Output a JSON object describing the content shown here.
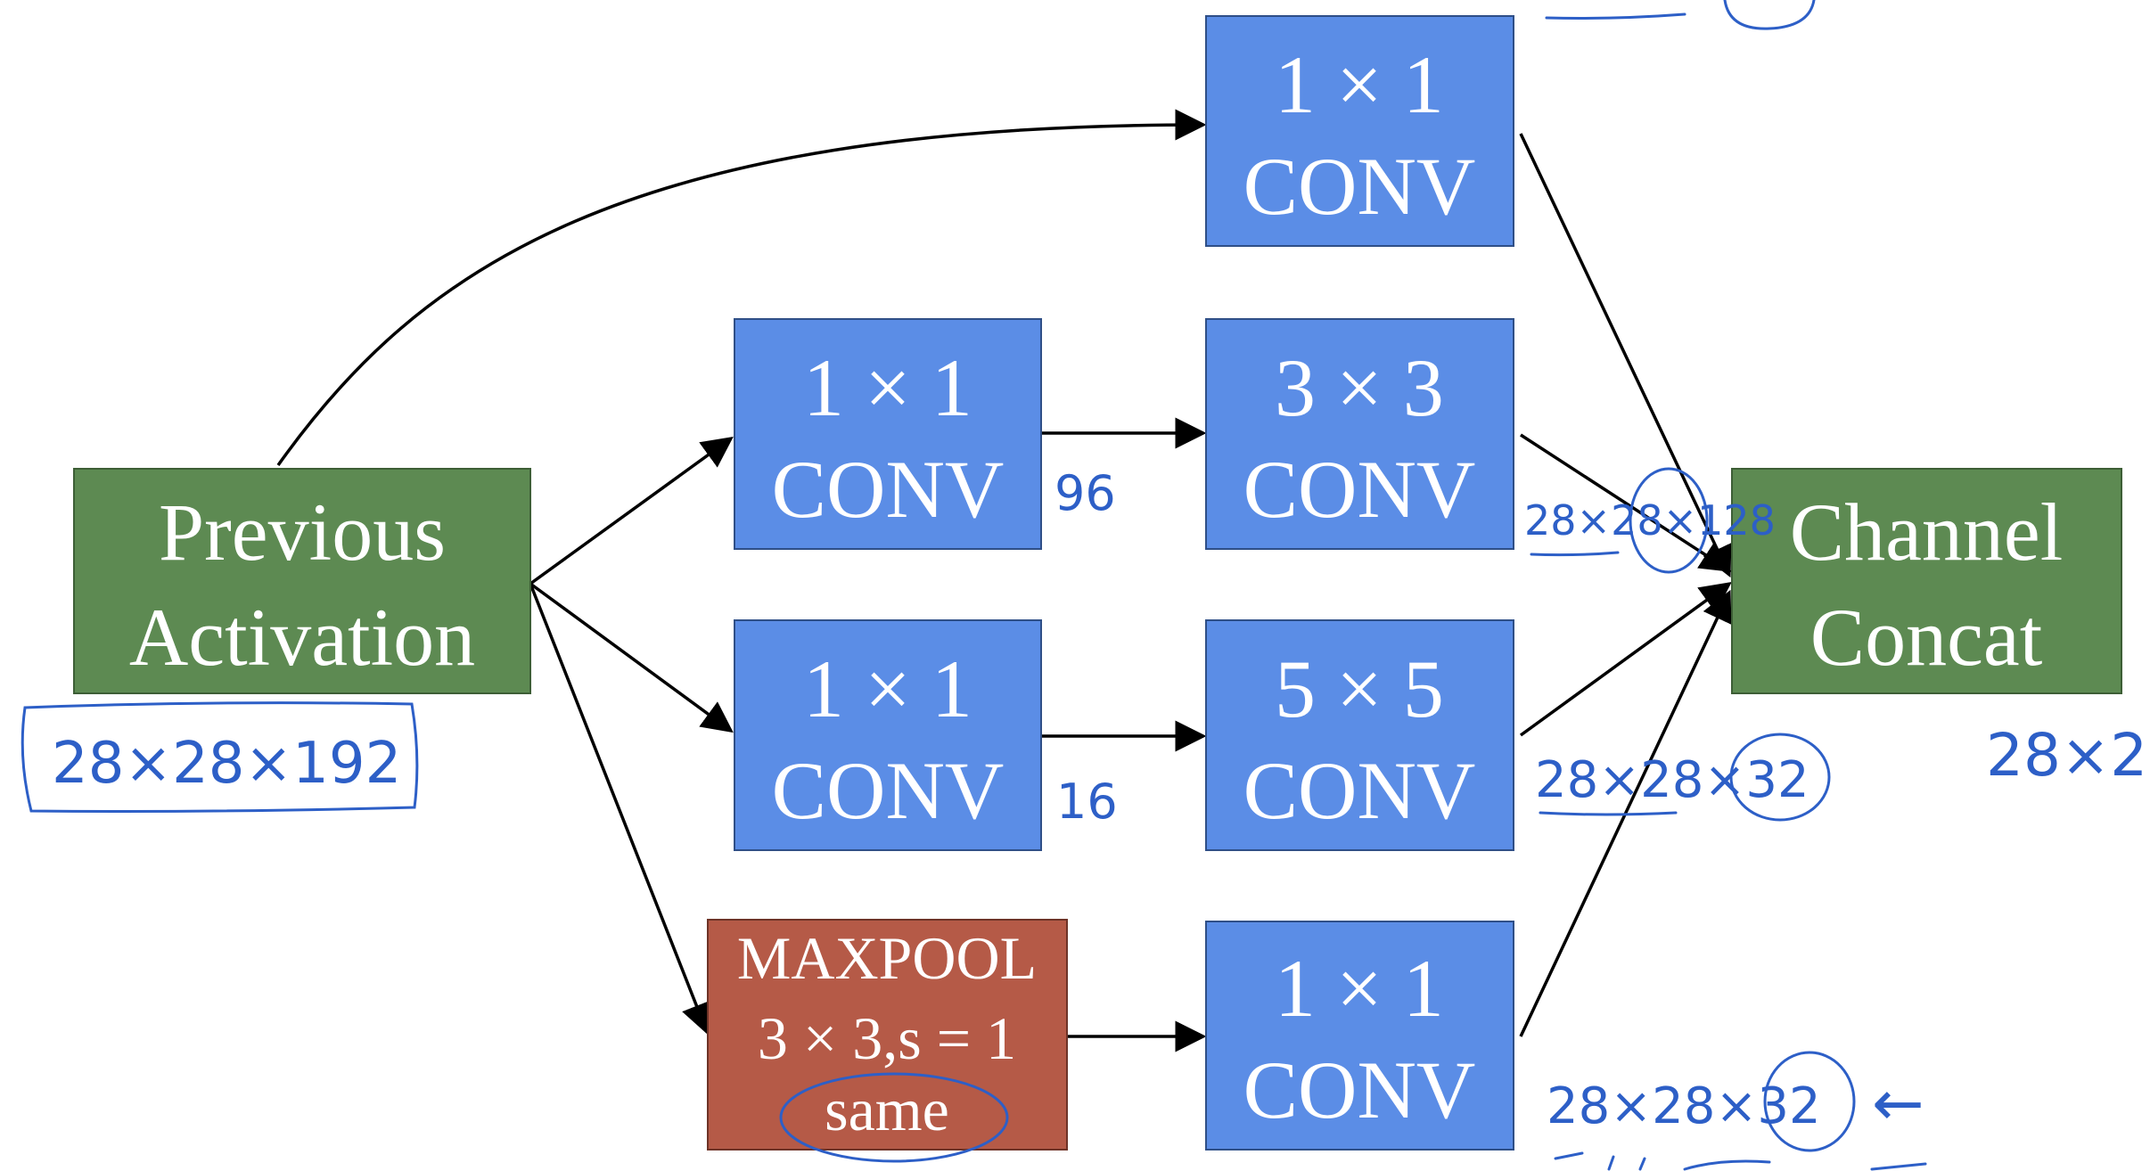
{
  "colors": {
    "conv_blue": "#5b8de6",
    "activation_green": "#5d8a52",
    "maxpool_red": "#b55a47",
    "ink_blue": "#2d5fc7"
  },
  "nodes": {
    "previous_activation": {
      "line1": "Previous",
      "line2": "Activation"
    },
    "top_conv": {
      "line1": "1 × 1",
      "line2": "CONV"
    },
    "reduce_conv_a": {
      "line1": "1 × 1",
      "line2": "CONV"
    },
    "reduce_conv_b": {
      "line1": "1 × 1",
      "line2": "CONV"
    },
    "conv_3x3": {
      "line1": "3 × 3",
      "line2": "CONV"
    },
    "conv_5x5": {
      "line1": "5 × 5",
      "line2": "CONV"
    },
    "maxpool": {
      "line1": "MAXPOOL",
      "line2": "3 × 3,s = 1",
      "line3": "same"
    },
    "pool_conv": {
      "line1": "1 × 1",
      "line2": "CONV"
    },
    "channel_concat": {
      "line1": "Channel",
      "line2": "Concat"
    }
  },
  "annotations": {
    "input_dims": "28×28×192",
    "reduce_a_channels": "96",
    "reduce_b_channels": "16",
    "conv3_output": "28×28×128",
    "conv5_output": "28×28×32",
    "pool_output": "28×28×32",
    "pool_arrow": "←",
    "concat_output": "28×2"
  }
}
